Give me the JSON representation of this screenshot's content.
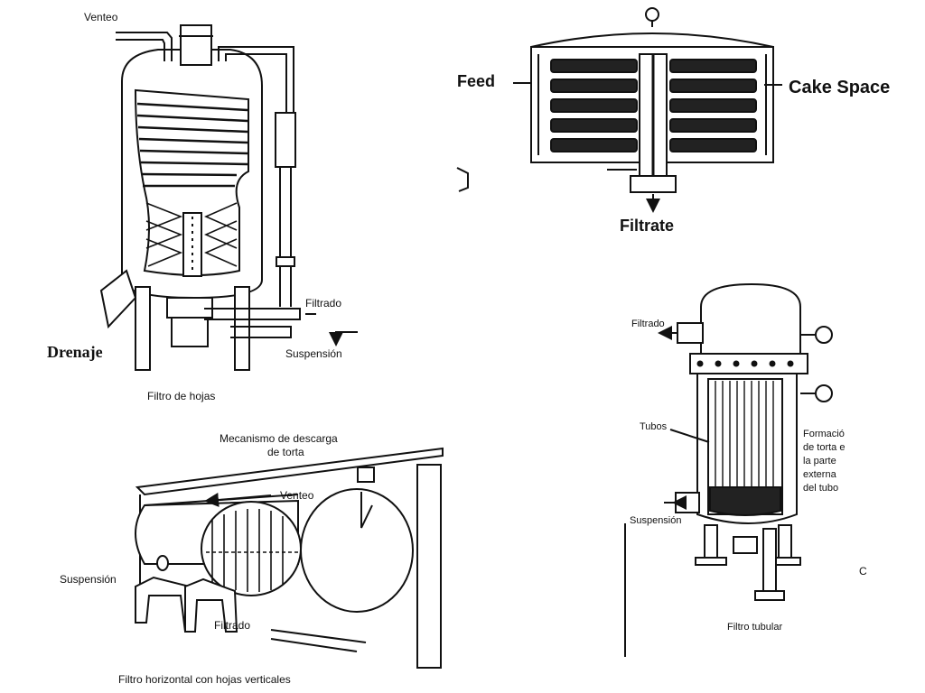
{
  "leaf_filter": {
    "caption": "Filtro de hojas",
    "vent": "Venteo",
    "filtrate": "Filtrado",
    "suspension": "Suspensión",
    "drain": "Drenaje"
  },
  "disc_filter": {
    "feed": "Feed",
    "cake_space": "Cake Space",
    "filtrate": "Filtrate"
  },
  "horizontal_filter": {
    "caption": "Filtro horizontal con hojas verticales",
    "mechanism_line1": "Mecanismo de descarga",
    "mechanism_line2": "de torta",
    "vent": "Venteo",
    "suspension": "Suspensión",
    "filtrate": "Filtrado"
  },
  "tubular_filter": {
    "caption": "Filtro tubular",
    "filtrate": "Filtrado",
    "tubes": "Tubos",
    "suspension": "Suspensión",
    "cake_line1": "Formació",
    "cake_line2": "de torta e",
    "cake_line3": "la parte",
    "cake_line4": "externa",
    "cake_line5": "del tubo",
    "edge_letter": "C"
  }
}
